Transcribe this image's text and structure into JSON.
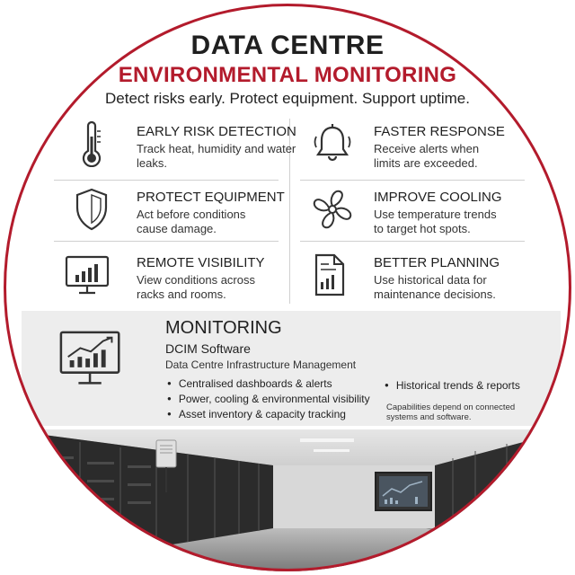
{
  "header": {
    "title_line1": "DATA CENTRE",
    "title_line2": "ENVIRONMENTAL MONITORING",
    "tagline": "Detect risks early. Protect equipment. Support uptime."
  },
  "features": [
    {
      "icon": "thermometer-icon",
      "title": "EARLY RISK DETECTION",
      "desc": "Track heat, humidity and water leaks."
    },
    {
      "icon": "bell-icon",
      "title": "FASTER RESPONSE",
      "desc": "Receive alerts when limits are exceeded."
    },
    {
      "icon": "shield-icon",
      "title": "PROTECT EQUIPMENT",
      "desc": "Act before conditions cause damage."
    },
    {
      "icon": "fan-icon",
      "title": "IMPROVE COOLING",
      "desc": "Use temperature trends to target hot spots."
    },
    {
      "icon": "monitor-chart-icon",
      "title": "REMOTE VISIBILITY",
      "desc": "View conditions across racks and rooms."
    },
    {
      "icon": "report-icon",
      "title": "BETTER PLANNING",
      "desc": "Use historical data for maintenance decisions."
    }
  ],
  "monitoring": {
    "heading": "MONITORING",
    "product": "DCIM Software",
    "product_full": "Data Centre Infrastructure Management",
    "bullets_left": [
      "Centralised dashboards & alerts",
      "Power, cooling & environmental visibility",
      "Asset inventory & capacity tracking"
    ],
    "bullets_right": [
      "Historical trends & reports"
    ],
    "note": "Capabilities depend on connected systems and software."
  },
  "colors": {
    "accent": "#b31b2c",
    "text": "#1f1f1f",
    "panel": "#ededed"
  }
}
